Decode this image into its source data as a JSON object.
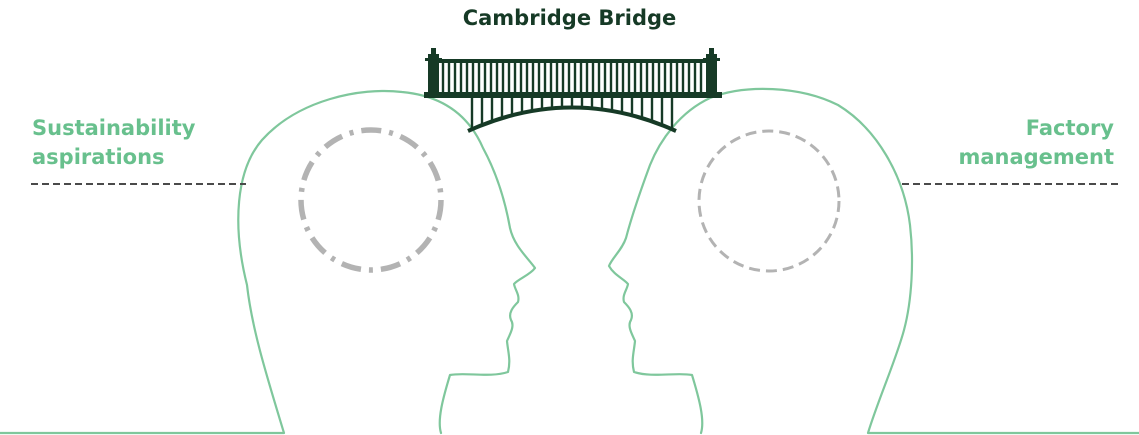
{
  "title": "Cambridge Bridge",
  "left_label": [
    "Sustainability",
    "aspirations"
  ],
  "right_label": [
    "Factory",
    "management"
  ],
  "colors": {
    "title": "#163a26",
    "labels": "#68c08d",
    "head_outline": "#7fc79c",
    "bridge": "#163a26",
    "circle": "#b3b3b3",
    "dashed_line": "#4a4a4a"
  }
}
